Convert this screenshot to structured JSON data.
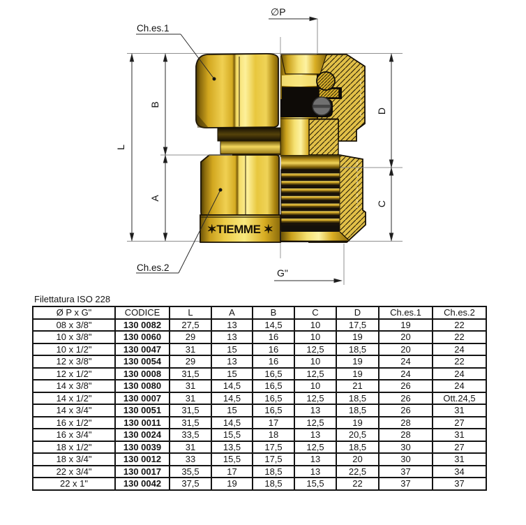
{
  "drawing": {
    "labels": {
      "ches1": "Ch.es.1",
      "ches2": "Ch.es.2",
      "dim_l": "L",
      "dim_a": "A",
      "dim_b": "B",
      "dim_c": "C",
      "dim_d": "D",
      "dia_p": "∅P",
      "thread_g": "G\"",
      "brand": "✶TIEMME ✶"
    },
    "colors": {
      "brass_base": "#e2c048",
      "brass_bright": "#fdf0a0",
      "brass_dark": "#7a5c08",
      "outline": "#171004",
      "oring_black": "#0e0b07",
      "steel_gray": "#707070",
      "dim_line": "#2a2a2a",
      "extension_line": "#8f8f8f"
    }
  },
  "table": {
    "caption": "Filettatura ISO 228",
    "headers": [
      "Ø P x G\"",
      "CODICE",
      "L",
      "A",
      "B",
      "C",
      "D",
      "Ch.es.1",
      "Ch.es.2"
    ],
    "rows": [
      [
        "08 x 3/8\"",
        "130 0082",
        "27,5",
        "13",
        "14,5",
        "10",
        "17,5",
        "19",
        "22"
      ],
      [
        "10 x 3/8\"",
        "130 0060",
        "29",
        "13",
        "16",
        "10",
        "19",
        "20",
        "22"
      ],
      [
        "10 x 1/2\"",
        "130 0047",
        "31",
        "15",
        "16",
        "12,5",
        "18,5",
        "20",
        "24"
      ],
      [
        "12 x 3/8\"",
        "130 0054",
        "29",
        "13",
        "16",
        "10",
        "19",
        "24",
        "22"
      ],
      [
        "12 x 1/2\"",
        "130 0008",
        "31,5",
        "15",
        "16,5",
        "12,5",
        "19",
        "24",
        "24"
      ],
      [
        "14 x 3/8\"",
        "130 0080",
        "31",
        "14,5",
        "16,5",
        "10",
        "21",
        "26",
        "24"
      ],
      [
        "14 x 1/2\"",
        "130 0007",
        "31",
        "14,5",
        "16,5",
        "12,5",
        "18,5",
        "26",
        "Ott.24,5"
      ],
      [
        "14 x 3/4\"",
        "130 0051",
        "31,5",
        "15",
        "16,5",
        "13",
        "18,5",
        "26",
        "31"
      ],
      [
        "16 x 1/2\"",
        "130 0011",
        "31,5",
        "14,5",
        "17",
        "12,5",
        "19",
        "28",
        "27"
      ],
      [
        "16 x 3/4\"",
        "130 0024",
        "33,5",
        "15,5",
        "18",
        "13",
        "20,5",
        "28",
        "31"
      ],
      [
        "18 x 1/2\"",
        "130 0039",
        "31",
        "13,5",
        "17,5",
        "12,5",
        "18,5",
        "30",
        "27"
      ],
      [
        "18 x 3/4\"",
        "130 0012",
        "33",
        "15,5",
        "17,5",
        "13",
        "20",
        "30",
        "31"
      ],
      [
        "22 x 3/4\"",
        "130 0017",
        "35,5",
        "17",
        "18,5",
        "13",
        "22,5",
        "37",
        "34"
      ],
      [
        "22 x 1\"",
        "130 0042",
        "37,5",
        "19",
        "18,5",
        "15,5",
        "22",
        "37",
        "37"
      ]
    ]
  }
}
